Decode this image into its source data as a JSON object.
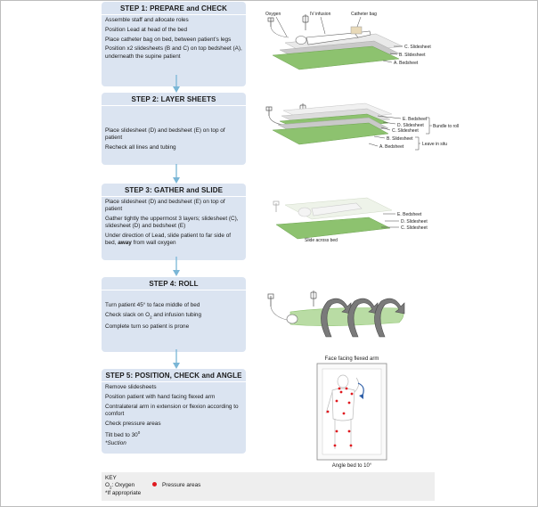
{
  "steps": [
    {
      "title": "STEP 1: PREPARE and CHECK",
      "lines": [
        "Assemble staff and allocate roles",
        "Position Lead at head of the bed",
        "Place catheter bag on bed, between patient’s legs",
        "Position x2 slidesheets (B and C) on top bedsheet (A), underneath the supine patient"
      ]
    },
    {
      "title": "STEP 2: LAYER SHEETS",
      "lines": [
        "Place slidesheet (D) and bedsheet (E) on top of patient",
        "Recheck all lines and tubing"
      ]
    },
    {
      "title": "STEP 3: GATHER and SLIDE",
      "lines": [
        "Place slidesheet (D) and bedsheet (E) on top of patient",
        "Gather tightly the uppermost 3 layers; slidesheet (C),  slidesheet (D) and bedsheet (E)"
      ],
      "lead_pre": "Under direction of Lead, slide patient to far side of bed, ",
      "lead_bold": "away",
      "lead_post": " from wall oxygen"
    },
    {
      "title": "STEP 4: ROLL",
      "lines": [
        "Turn patient 45° to face middle of bed"
      ],
      "slack_pre": "Check slack on O",
      "slack_sub": "2",
      "slack_post": " and infusion tubing",
      "last": "Complete turn so patient is prone"
    },
    {
      "title": "STEP 5: POSITION, CHECK and ANGLE",
      "lines": [
        "Remove slidesheets",
        "Position patient with hand facing flexed arm",
        "Contralateral arm in extension or flexion according to comfort",
        "Check pressure areas"
      ],
      "tilt_pre": "Tilt bed to 30",
      "tilt_sup": "0",
      "suction": "*Suction"
    }
  ],
  "diagram1": {
    "oxygen": "Oxygen",
    "iv": "IV infusion",
    "catheter": "Catheter bag",
    "c": "C. Slidesheet",
    "b": "B. Slidesheet",
    "a": "A. Bedsheet"
  },
  "diagram2": {
    "e": "E. Bedsheet",
    "d": "D. Slidesheet",
    "c": "C. Slidesheet",
    "b": "B. Slidesheet",
    "a": "A. Bedsheet",
    "bundle": "Bundle to roll",
    "leave": "Leave in situ"
  },
  "diagram3": {
    "e": "E. Bedsheet",
    "d": "D. Slidesheet",
    "c": "C. Slidesheet",
    "slide": "Slide across bed"
  },
  "diagram5": {
    "face": "Face facing flexed arm",
    "angle": "Angle bed to 10°"
  },
  "key": {
    "title": "KEY",
    "o2_pre": "O",
    "o2_sub": "2",
    "o2_post": ": Oxygen",
    "appropriate": "*If appropriate",
    "pressure": "Pressure areas"
  },
  "colors": {
    "step_bg": "#dbe4f1",
    "arrow": "#7ab6d6",
    "sheet_green": "#8dc26f",
    "pressure_red": "#e0191f",
    "key_bg": "#eeeeee"
  }
}
